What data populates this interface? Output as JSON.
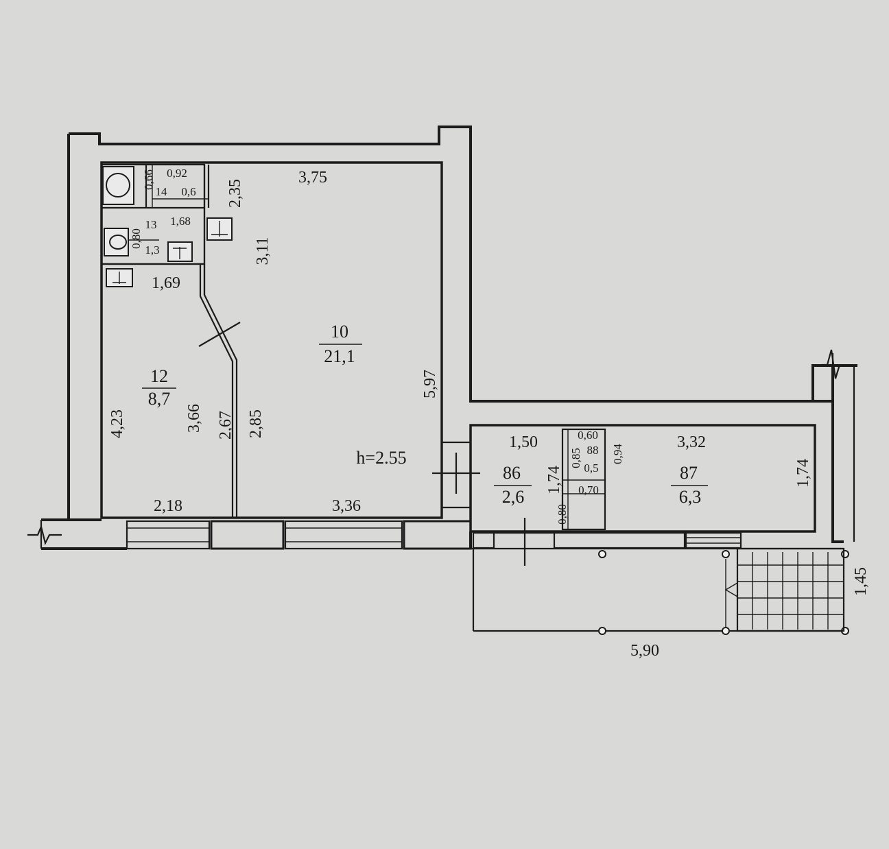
{
  "rooms": {
    "r10": {
      "number": "10",
      "area": "21,1"
    },
    "r12": {
      "number": "12",
      "area": "8,7"
    },
    "r13": {
      "number": "13",
      "area": "1,3"
    },
    "r14": {
      "number": "14",
      "area": "0,6"
    },
    "r86": {
      "number": "86",
      "area": "2,6"
    },
    "r87": {
      "number": "87",
      "area": "6,3"
    },
    "r88": {
      "number": "88",
      "area": "0,5"
    }
  },
  "ceiling_height": "h=2.55",
  "dimensions": {
    "d_375": "3,75",
    "d_311": "3,11",
    "d_597": "5,97",
    "d_336": "3,36",
    "d_218": "2,18",
    "d_423": "4,23",
    "d_366": "3,66",
    "d_267": "2,67",
    "d_285": "2,85",
    "d_169": "1,69",
    "d_235": "2,35",
    "d_092": "0,92",
    "d_086": "0,66",
    "d_168": "1,68",
    "d_080a": "0,80",
    "d_150": "1,50",
    "d_332": "3,32",
    "d_174a": "1,74",
    "d_174b": "1,74",
    "d_060": "0,60",
    "d_085": "0,85",
    "d_094": "0,94",
    "d_070": "0,70",
    "d_080b": "0,80",
    "d_590": "5,90",
    "d_145": "1,45"
  }
}
